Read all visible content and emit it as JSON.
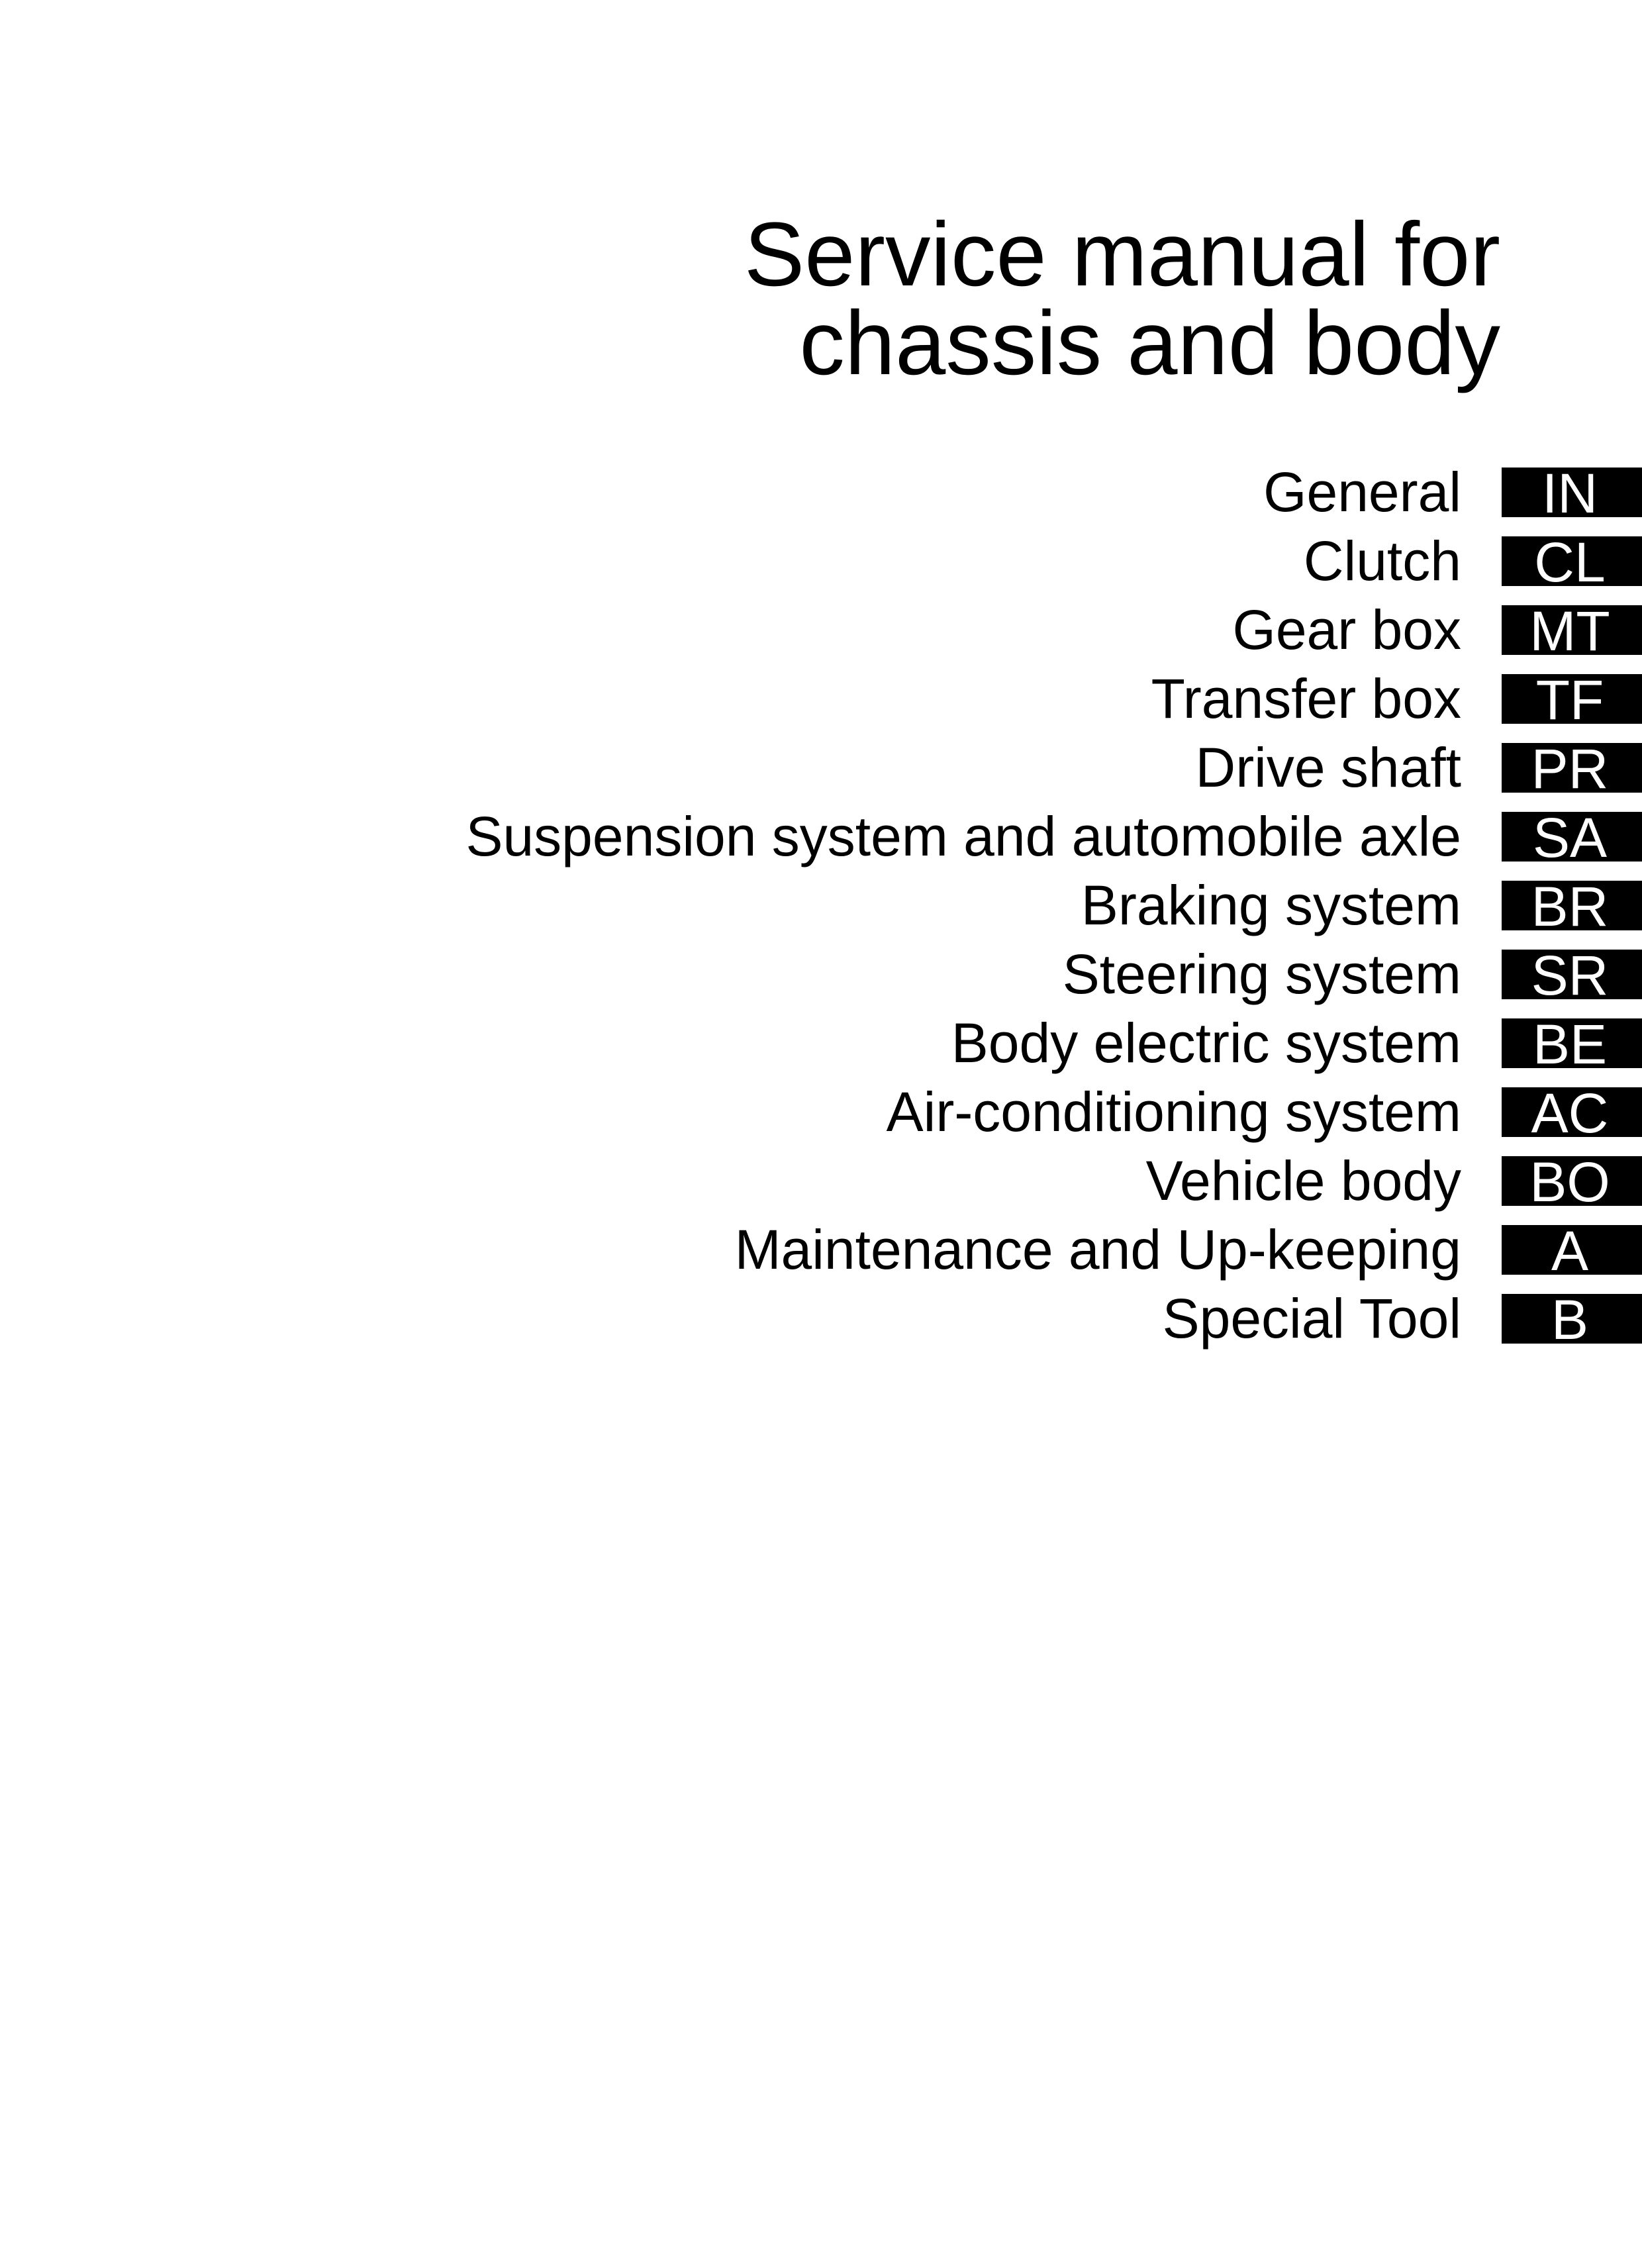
{
  "title": {
    "line1": "Service manual for",
    "line2": "chassis and body"
  },
  "sections": [
    {
      "label": "General",
      "code": "IN"
    },
    {
      "label": "Clutch",
      "code": "CL"
    },
    {
      "label": "Gear box",
      "code": "MT"
    },
    {
      "label": "Transfer box",
      "code": "TF"
    },
    {
      "label": "Drive shaft",
      "code": "PR"
    },
    {
      "label": "Suspension system and automobile axle",
      "code": "SA"
    },
    {
      "label": "Braking system",
      "code": "BR"
    },
    {
      "label": "Steering system",
      "code": "SR"
    },
    {
      "label": "Body electric system",
      "code": "BE"
    },
    {
      "label": "Air-conditioning system",
      "code": "AC"
    },
    {
      "label": "Vehicle body",
      "code": "BO"
    },
    {
      "label": "Maintenance and Up-keeping",
      "code": "A"
    },
    {
      "label": "Special Tool",
      "code": "B"
    }
  ]
}
